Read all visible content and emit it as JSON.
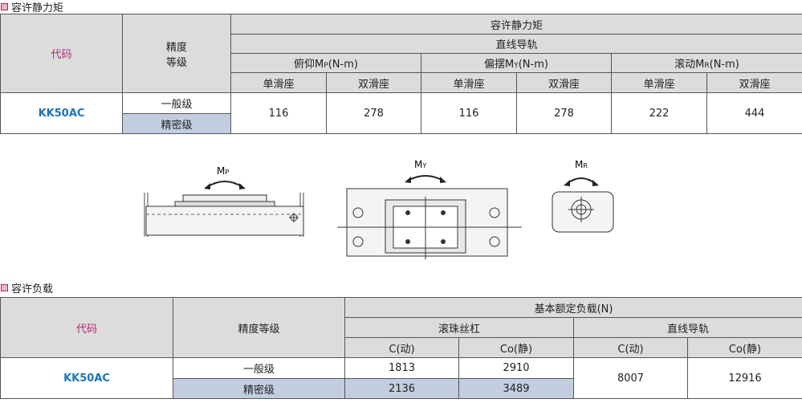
{
  "section1": {
    "title": "容许静力矩",
    "code_label": "代码",
    "precision_label_line1": "精度",
    "precision_label_line2": "等级",
    "header_top": "容许静力矩",
    "header_rail": "直线导轨",
    "moments": [
      {
        "prefix": "俯仰M",
        "sub": "P",
        "unit": "(N-m)"
      },
      {
        "prefix": "偏摆M",
        "sub": "Y",
        "unit": "(N-m)"
      },
      {
        "prefix": "滚动M",
        "sub": "R",
        "unit": "(N-m)"
      }
    ],
    "slider_single": "单滑座",
    "slider_double": "双滑座",
    "model": "KK50AC",
    "grade_normal": "一般级",
    "grade_precise": "精密级",
    "values": [
      "116",
      "278",
      "116",
      "278",
      "222",
      "444"
    ]
  },
  "diagram_labels": {
    "mp": {
      "letter": "M",
      "sub": "P"
    },
    "my": {
      "letter": "M",
      "sub": "Y"
    },
    "mr": {
      "letter": "M",
      "sub": "R"
    }
  },
  "section2": {
    "title": "容许负载",
    "code_label": "代码",
    "precision_label": "精度等级",
    "header_top": "基本额定负载(N)",
    "header_screw": "滚珠丝杠",
    "header_rail": "直线导轨",
    "c_dynamic": "C(动)",
    "c_static": "Co(静)",
    "model": "KK50AC",
    "grade_normal": "一般级",
    "grade_precise": "精密级",
    "screw_normal": [
      "1813",
      "2910"
    ],
    "screw_precise": [
      "2136",
      "3489"
    ],
    "rail": [
      "8007",
      "12916"
    ]
  }
}
